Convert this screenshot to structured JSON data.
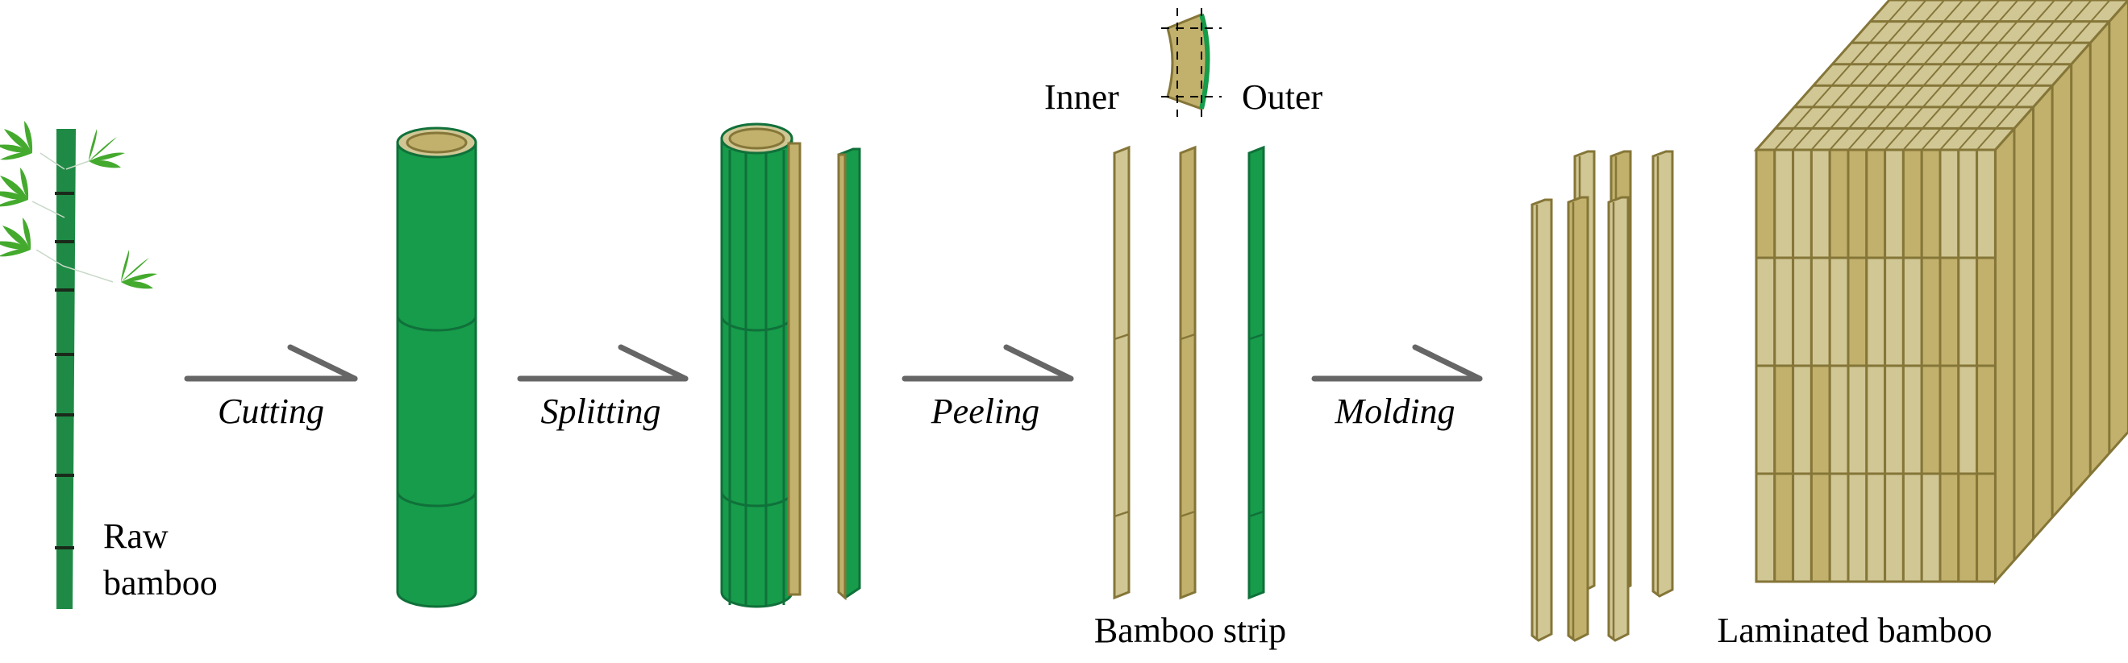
{
  "figure": {
    "colors": {
      "green": "#169c4a",
      "green_dark": "#10703a",
      "leaf": "#44aa2e",
      "node": "#1a2a1a",
      "tan_light": "#d0c795",
      "tan_mid": "#c2b16c",
      "tan_edge": "#857638",
      "arrow": "#666666"
    },
    "stages": [
      {
        "id": "raw",
        "label_lines": [
          "Raw",
          "bamboo"
        ]
      },
      {
        "id": "cut",
        "label": ""
      },
      {
        "id": "split",
        "label": ""
      },
      {
        "id": "strips",
        "label": "Bamboo strip"
      },
      {
        "id": "laminated",
        "label": "Laminated bamboo"
      }
    ],
    "arrows": [
      {
        "label": "Cutting"
      },
      {
        "label": "Splitting"
      },
      {
        "label": "Peeling"
      },
      {
        "label": "Molding"
      }
    ],
    "cross_section": {
      "inner_label": "Inner",
      "outer_label": "Outer"
    },
    "strip_types": [
      "pale",
      "tan",
      "green"
    ],
    "laminated_front_pattern": [
      [
        "M",
        "L",
        "L",
        "L",
        "M",
        "M",
        "M",
        "L",
        "M",
        "M",
        "L",
        "L",
        "L"
      ],
      [
        "L",
        "L",
        "L",
        "L",
        "L",
        "M",
        "L",
        "L",
        "L",
        "M",
        "M",
        "L",
        "M"
      ],
      [
        "L",
        "M",
        "L",
        "M",
        "L",
        "L",
        "L",
        "L",
        "L",
        "M",
        "M",
        "L",
        "M"
      ],
      [
        "L",
        "M",
        "L",
        "M",
        "L",
        "L",
        "L",
        "L",
        "L",
        "L",
        "M",
        "M",
        "M"
      ]
    ]
  }
}
